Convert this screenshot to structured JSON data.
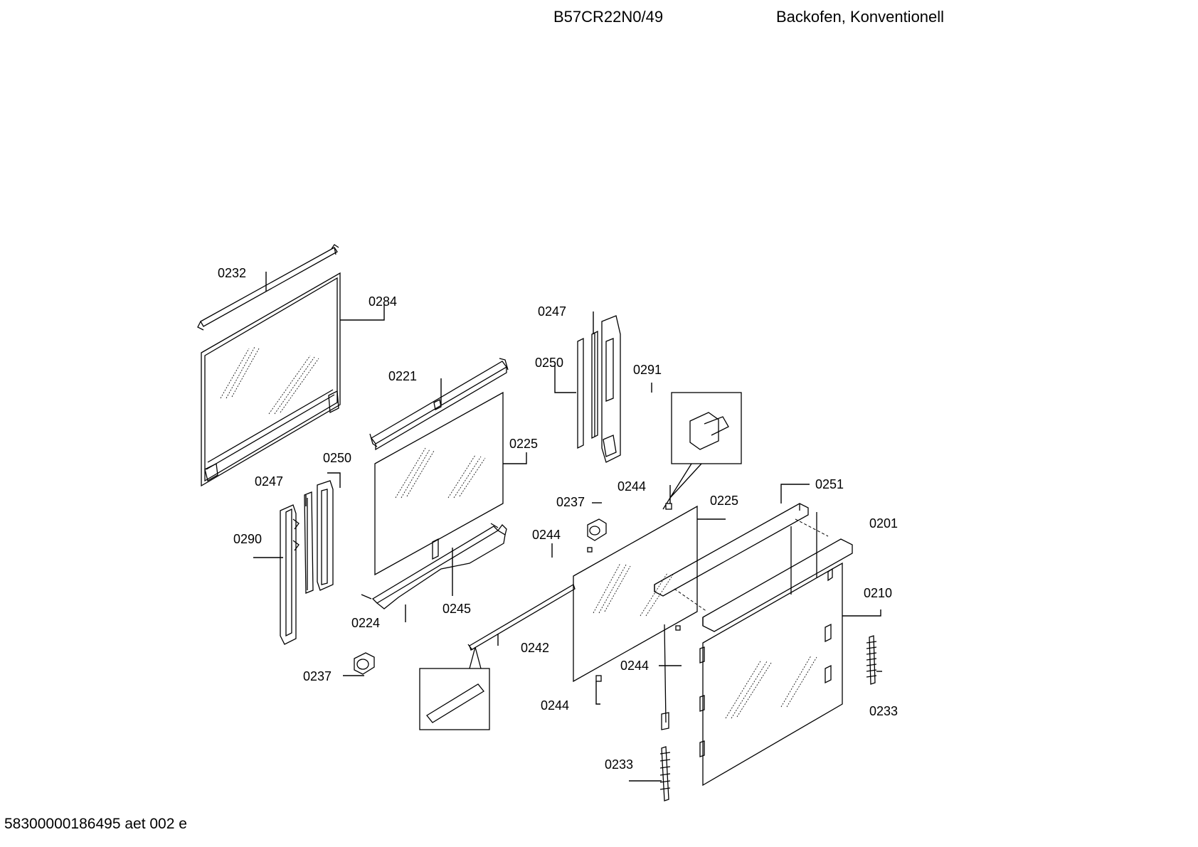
{
  "header": {
    "model": "B57CR22N0/49",
    "description": "Backofen, Konventionell"
  },
  "footer": {
    "code": "58300000186495 aet 002 e"
  },
  "callouts": [
    {
      "id": "c-0232a",
      "label": "0232"
    },
    {
      "id": "c-0284",
      "label": "0284"
    },
    {
      "id": "c-0221",
      "label": "0221"
    },
    {
      "id": "c-0225a",
      "label": "0225"
    },
    {
      "id": "c-0247a",
      "label": "0247"
    },
    {
      "id": "c-0250a",
      "label": "0250"
    },
    {
      "id": "c-0291",
      "label": "0291"
    },
    {
      "id": "c-0250b",
      "label": "0250"
    },
    {
      "id": "c-0247b",
      "label": "0247"
    },
    {
      "id": "c-0290",
      "label": "0290"
    },
    {
      "id": "c-0244a",
      "label": "0244"
    },
    {
      "id": "c-0237a",
      "label": "0237"
    },
    {
      "id": "c-0225b",
      "label": "0225"
    },
    {
      "id": "c-0251",
      "label": "0251"
    },
    {
      "id": "c-0201",
      "label": "0201"
    },
    {
      "id": "c-0244b",
      "label": "0244"
    },
    {
      "id": "c-0224",
      "label": "0224"
    },
    {
      "id": "c-0245",
      "label": "0245"
    },
    {
      "id": "c-0242",
      "label": "0242"
    },
    {
      "id": "c-0210",
      "label": "0210"
    },
    {
      "id": "c-0237b",
      "label": "0237"
    },
    {
      "id": "c-0244c",
      "label": "0244"
    },
    {
      "id": "c-0244d",
      "label": "0244"
    },
    {
      "id": "c-0233a",
      "label": "0233"
    },
    {
      "id": "c-0233b",
      "label": "0233"
    }
  ]
}
